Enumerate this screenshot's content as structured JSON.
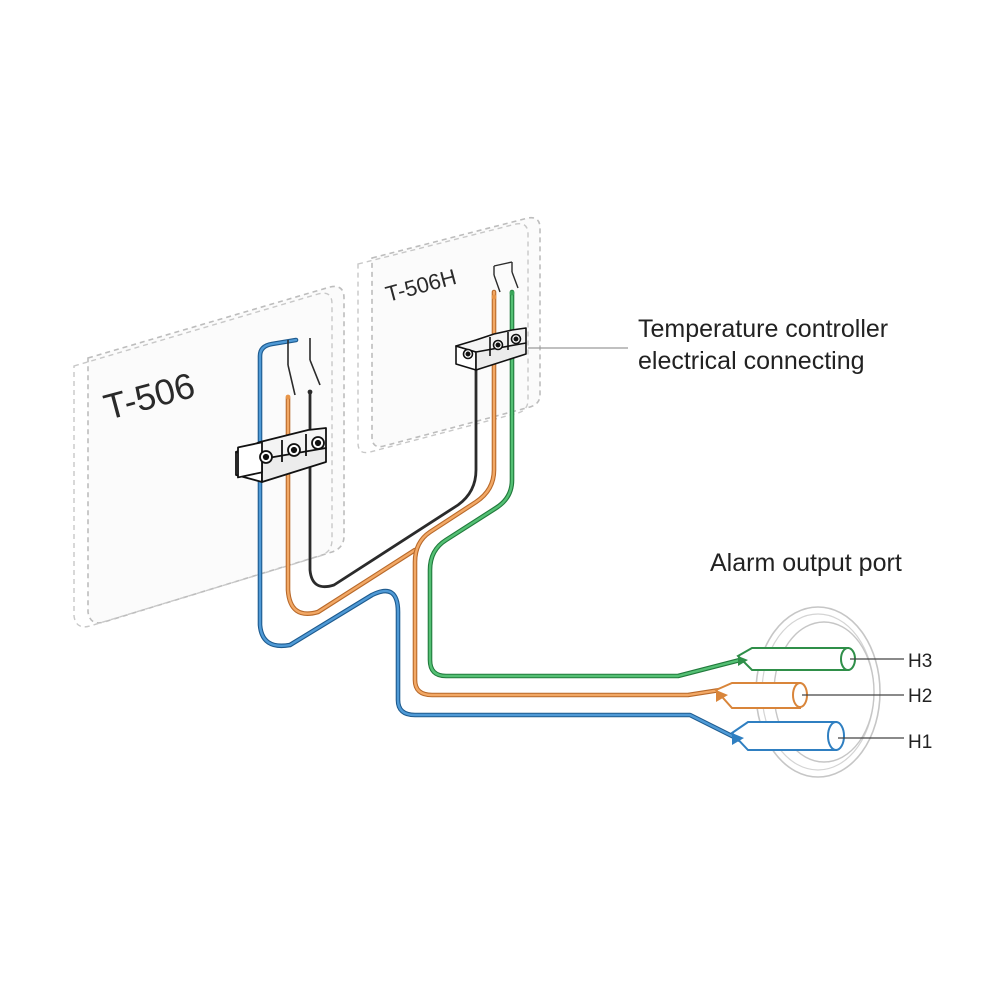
{
  "controllers": {
    "left_model": "T-506",
    "right_model": "T-506H"
  },
  "callouts": {
    "controller_line1": "Temperature controller",
    "controller_line2": "electrical connecting",
    "alarm_port": "Alarm output port"
  },
  "pins": {
    "h3": "H3",
    "h2": "H2",
    "h1": "H1"
  },
  "colors": {
    "blue": "#2f7fc1",
    "orange": "#e8964a",
    "green": "#3aa65a",
    "black": "#2b2b2b",
    "panel_border": "#bdbdbd"
  }
}
